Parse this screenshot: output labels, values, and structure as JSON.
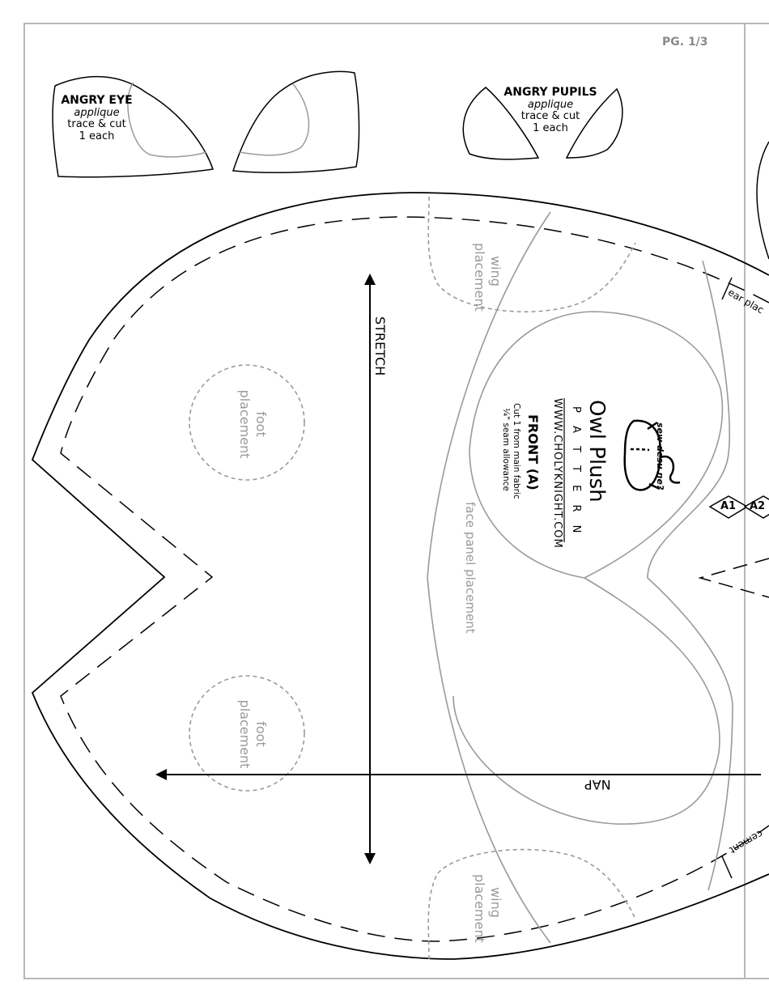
{
  "page_number": "PG. 1/3",
  "angry_eye": {
    "title": "ANGRY EYE",
    "type": "applique",
    "instruction": "trace & cut",
    "count": "1 each"
  },
  "angry_pupils": {
    "title": "ANGRY PUPILS",
    "type": "applique",
    "instruction": "trace & cut",
    "count": "1 each"
  },
  "pattern_info": {
    "logo_text": "sew desu ne?",
    "title": "Owl Plush",
    "subtitle": "P A T T E R N",
    "website": "WWW.CHOLYKNIGHT.COM",
    "piece_name": "FRONT (A)",
    "cut_instruction": "Cut 1 from main fabric",
    "seam_allowance": "¼\" seam allowance"
  },
  "markings": {
    "stretch": "STRETCH",
    "nap": "NAP",
    "face_panel": "face panel placement",
    "wing_top": [
      "wing",
      "placement"
    ],
    "wing_bottom": [
      "wing",
      "placement"
    ],
    "foot_top": [
      "foot",
      "placement"
    ],
    "foot_bottom": [
      "foot",
      "placement"
    ],
    "ear_top": "ear plac",
    "ear_bottom": "cement",
    "match_left": "A1",
    "match_right": "A2"
  }
}
